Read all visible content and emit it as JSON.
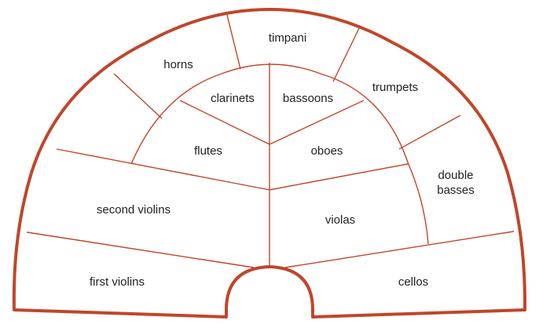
{
  "sections": {
    "timpani": "timpani",
    "horns": "horns",
    "trumpets": "trumpets",
    "clarinets": "clarinets",
    "bassoons": "bassoons",
    "flutes": "flutes",
    "oboes": "oboes",
    "double_basses_line1": "double",
    "double_basses_line2": "basses",
    "second_violins": "second violins",
    "violas": "violas",
    "first_violins": "first violins",
    "cellos": "cellos"
  },
  "colors": {
    "outline": "#c0462a",
    "text": "#1f1f1f",
    "background": "#ffffff"
  }
}
